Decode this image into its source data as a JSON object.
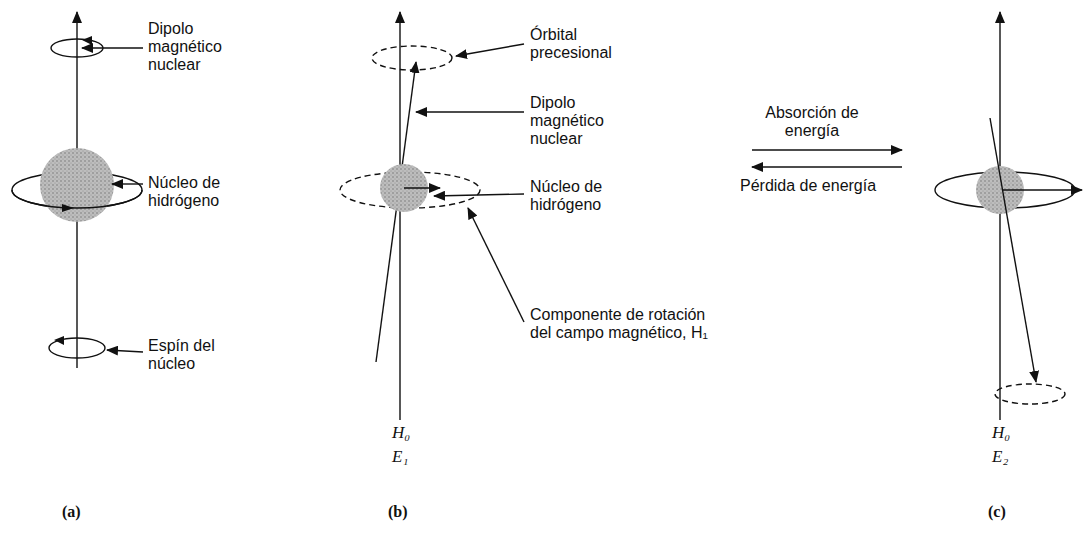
{
  "diagram": {
    "labels": [
      "Dipolo magnético nuclear",
      "Núcleo de hidrógeno",
      "Espín del núcleo",
      "(a)",
      "Órbital precesional",
      "Dipolo magnético nuclear",
      "Núcleo de hidrógeno",
      "Componente de rotación del campo magnético, H₁",
      "H₀",
      "E₁",
      "(b)",
      "Absorción de energía",
      "Pérdida de energía",
      "H₀",
      "E₂",
      "(c)"
    ]
  }
}
